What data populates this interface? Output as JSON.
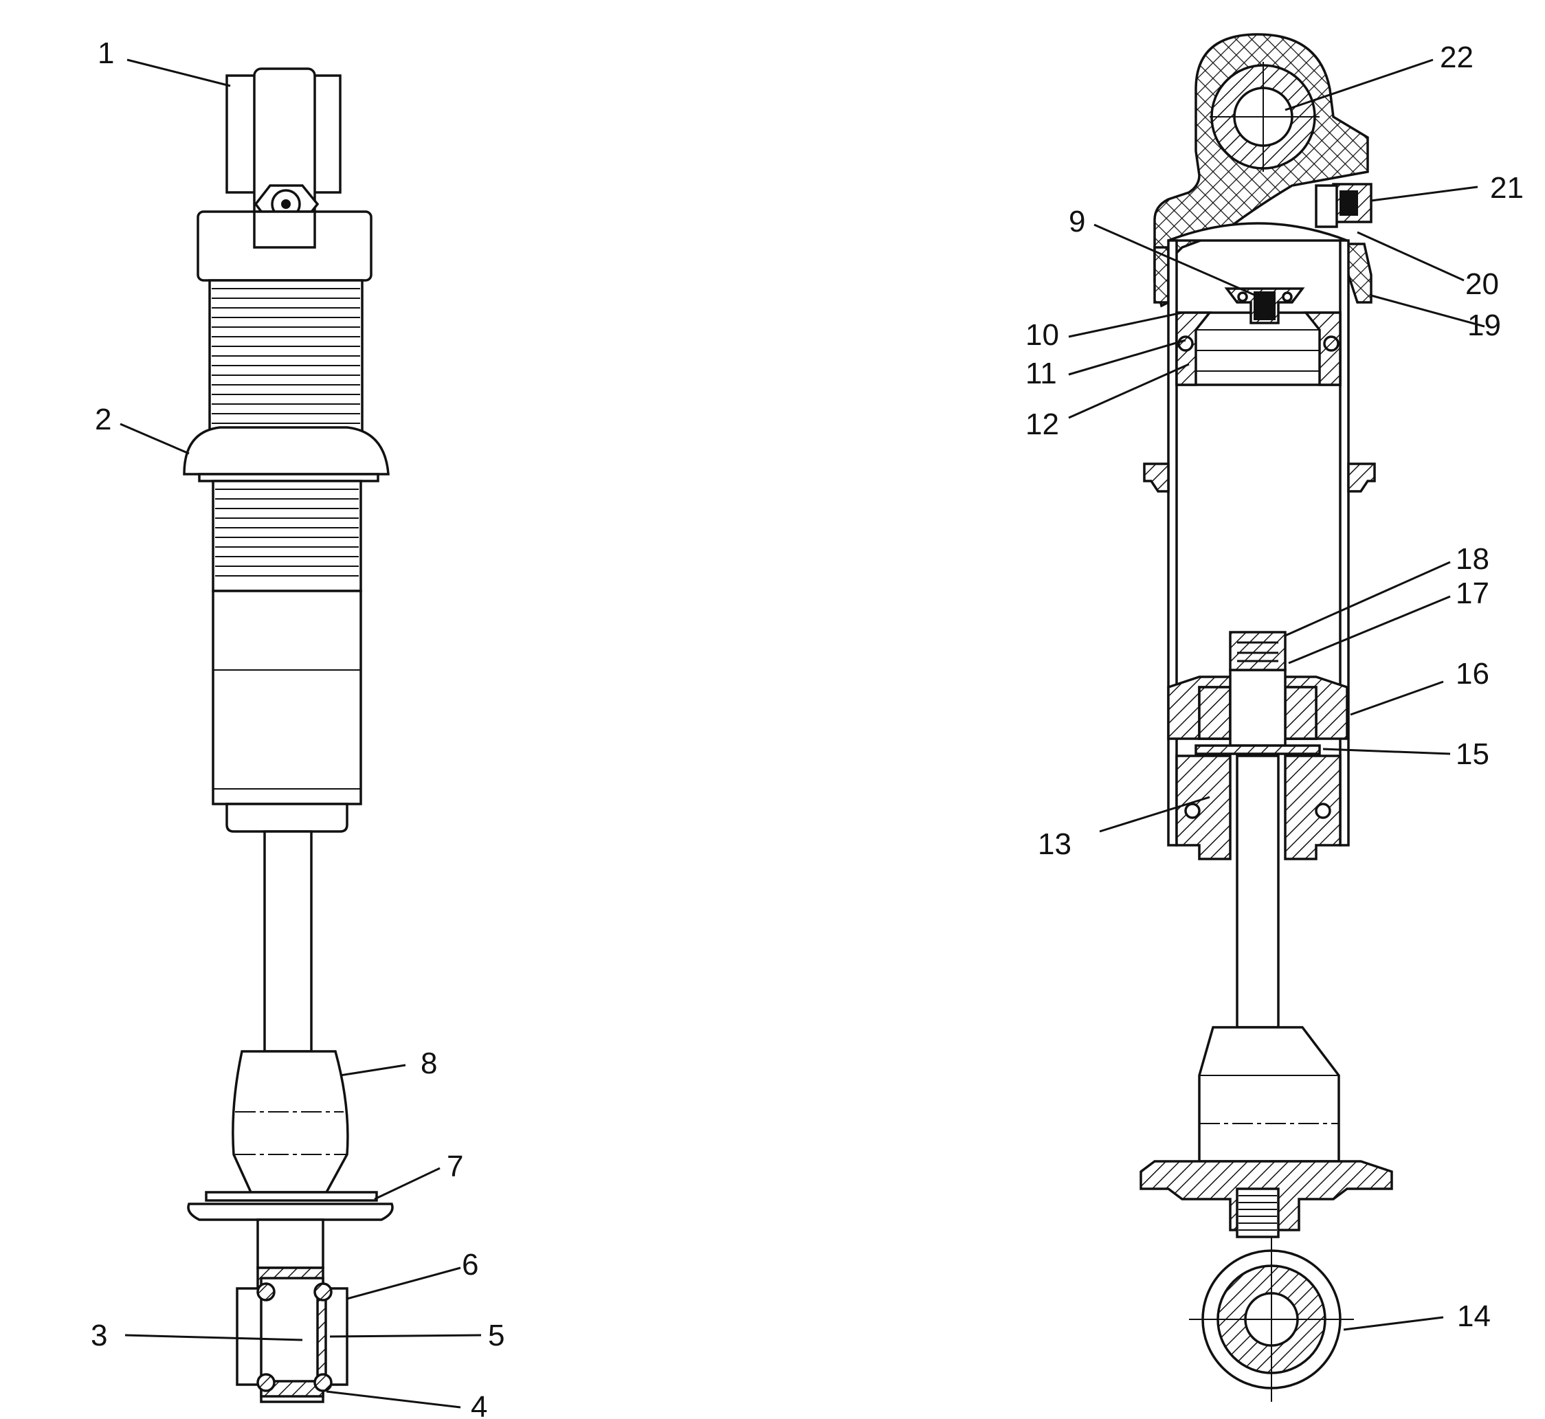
{
  "diagram": {
    "left_view_callouts": [
      "1",
      "2",
      "3",
      "4",
      "5",
      "6",
      "7",
      "8"
    ],
    "right_view_callouts": [
      "9",
      "10",
      "11",
      "12",
      "13",
      "14",
      "15",
      "16",
      "17",
      "18",
      "19",
      "20",
      "21",
      "22"
    ]
  }
}
